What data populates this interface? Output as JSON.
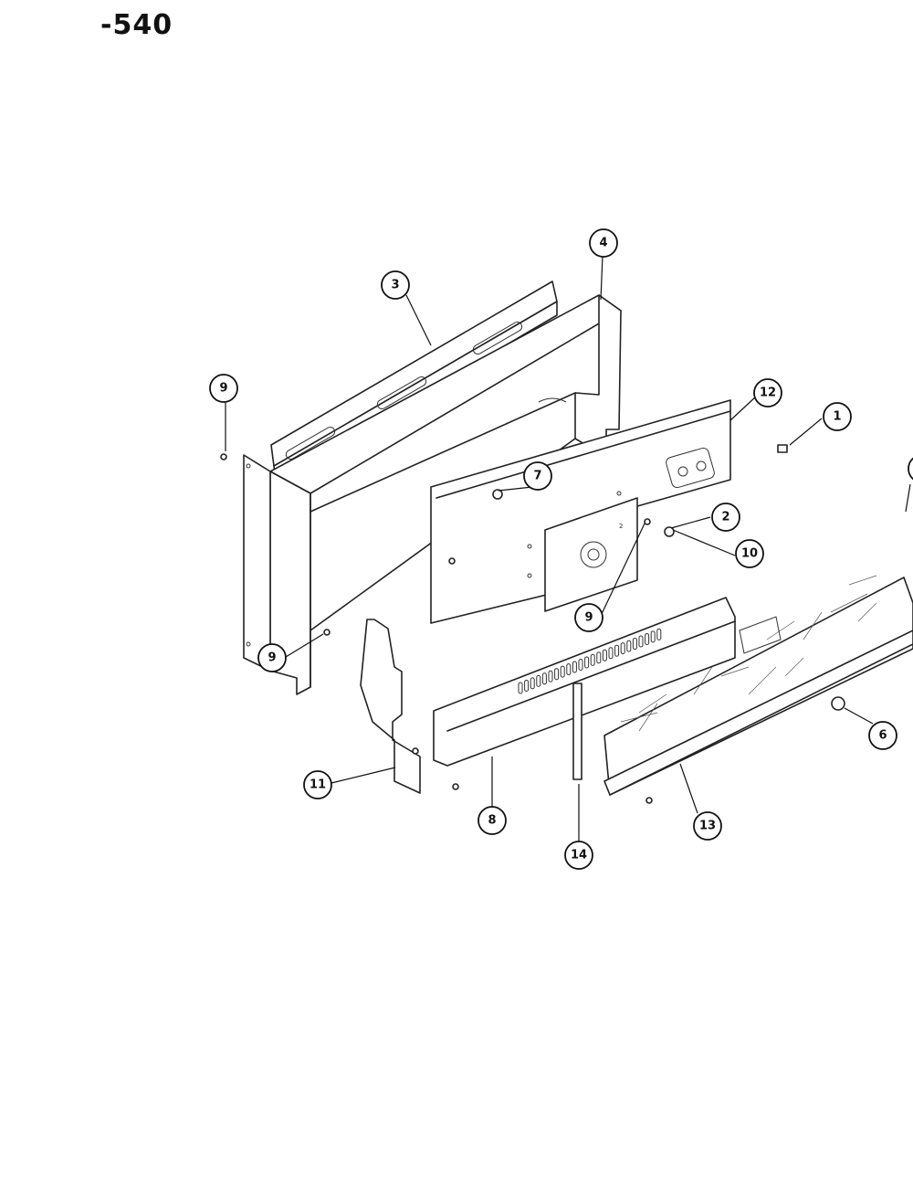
{
  "header": {
    "code": "-540"
  },
  "callouts": [
    {
      "id": "c1",
      "label": "1"
    },
    {
      "id": "c2",
      "label": "2"
    },
    {
      "id": "c3",
      "label": "3"
    },
    {
      "id": "c4",
      "label": "4"
    },
    {
      "id": "c6",
      "label": "6"
    },
    {
      "id": "c7",
      "label": "7"
    },
    {
      "id": "c8",
      "label": "8"
    },
    {
      "id": "c9a",
      "label": "9"
    },
    {
      "id": "c9b",
      "label": "9"
    },
    {
      "id": "c9c",
      "label": "9"
    },
    {
      "id": "c10",
      "label": "10"
    },
    {
      "id": "c11",
      "label": "11"
    },
    {
      "id": "c12",
      "label": "12"
    },
    {
      "id": "c13",
      "label": "13"
    },
    {
      "id": "c14",
      "label": "14"
    }
  ]
}
